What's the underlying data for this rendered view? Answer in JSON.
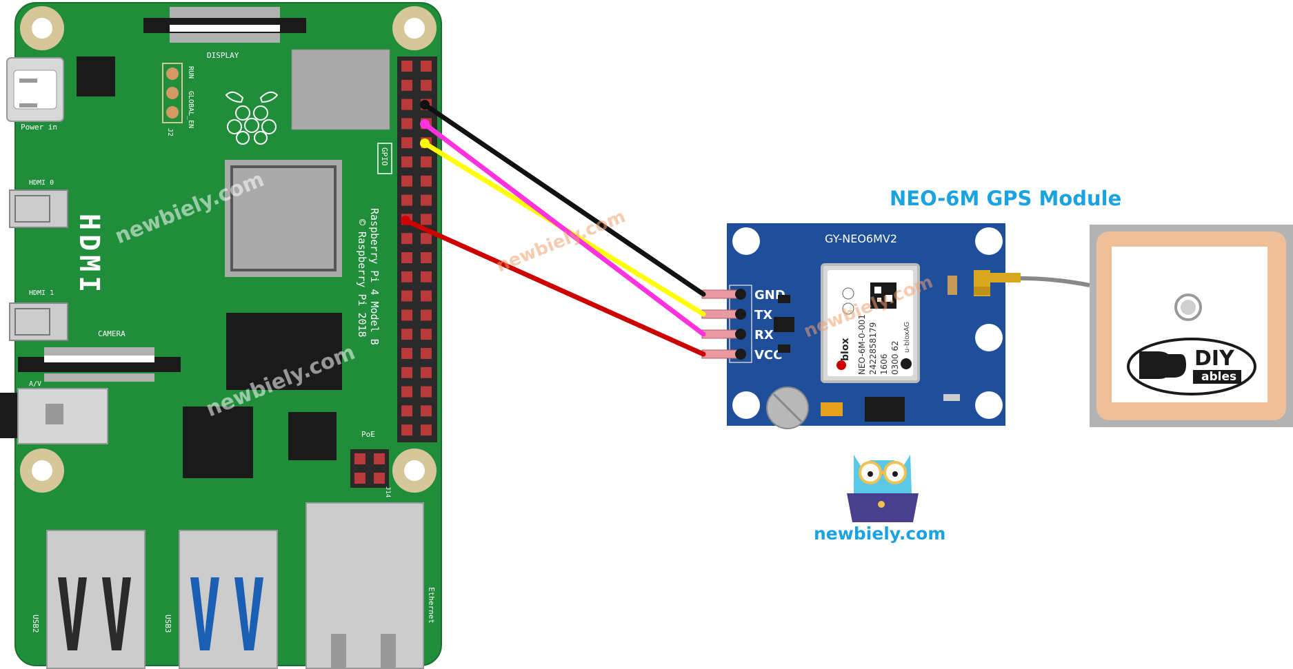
{
  "title": "NEO-6M GPS Module",
  "gps_module": {
    "board_name": "GY-NEO6MV2",
    "pins": [
      "GND",
      "TX",
      "RX",
      "VCC"
    ],
    "chip_brand": "blox",
    "chip_lines": [
      "NEO-6M-0-001",
      "2422858179",
      "1606",
      "0300 62"
    ],
    "chip_side": "u-bloxAG"
  },
  "raspberry_pi": {
    "model": "Raspberry Pi 4 Model B",
    "copyright": "© Raspberry Pi 2018",
    "labels": {
      "display": "DISPLAY",
      "power": "Power in",
      "hdmi": "HDMI",
      "hdmi0": "HDMI 0",
      "hdmi1": "HDMI 1",
      "camera": "CAMERA",
      "av": "A/V",
      "gpio": "GPIO",
      "run": "RUN",
      "global_en": "GLOBAL_EN",
      "j2": "J2",
      "poe": "PoE",
      "j14": "J14",
      "usb2": "USB2",
      "usb3": "USB3",
      "ethernet": "Ethernet"
    }
  },
  "antenna_logo": {
    "top": "DIY",
    "bottom": "ables"
  },
  "watermark": "newbiely.com",
  "brand_caption": "newbiely.com",
  "wires": [
    {
      "from": "GND",
      "color": "#111111"
    },
    {
      "from": "TX",
      "color": "#ffff00"
    },
    {
      "from": "RX",
      "color": "#ff33dd"
    },
    {
      "from": "VCC",
      "color": "#cc0000"
    }
  ]
}
